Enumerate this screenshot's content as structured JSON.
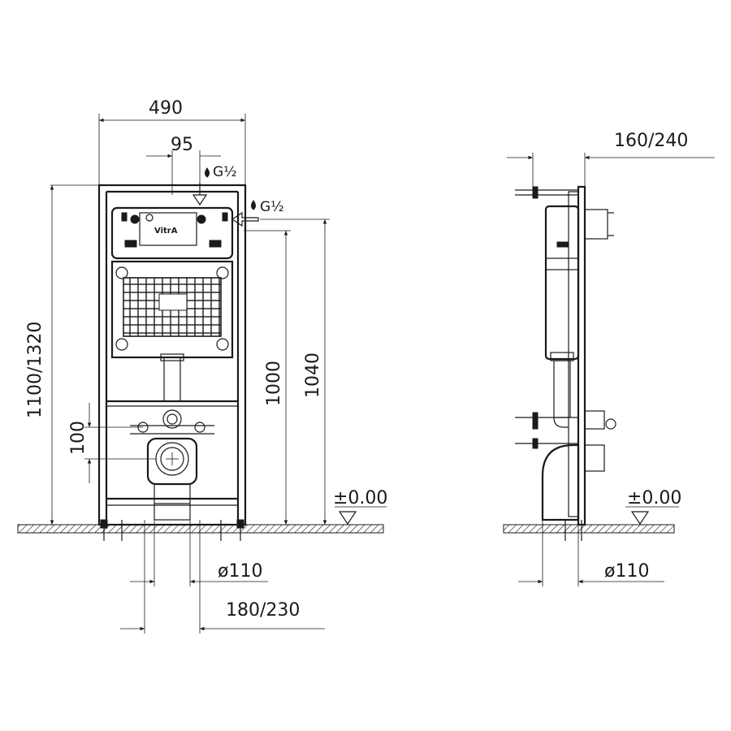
{
  "dimensions": {
    "width_total": "490",
    "flush_valve_offset": "95",
    "inlet_top": "G½",
    "inlet_side": "G½",
    "height_frame": "1100/1320",
    "height_1000": "1000",
    "height_1040": "1040",
    "offset_100": "100",
    "floor_level_front": "±0.00",
    "drain_diameter_front": "ø110",
    "drain_spacing": "180/230",
    "depth_side": "160/240",
    "floor_level_side": "±0.00",
    "drain_diameter_side": "ø110"
  },
  "labels": {
    "brand": "VitrA"
  }
}
